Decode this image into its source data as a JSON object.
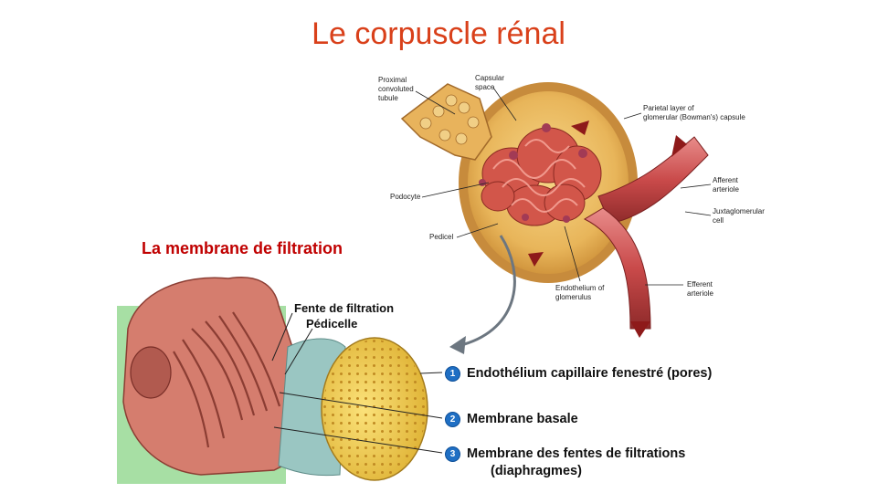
{
  "title": "Le corpuscle rénal",
  "subtitle": "La membrane  de filtration",
  "corpuscle_labels": {
    "proximal": [
      "Proximal",
      "convoluted",
      "tubule"
    ],
    "capsular": [
      "Capsular",
      "space"
    ],
    "parietal": [
      "Parietal layer of",
      "glomerular (Bowman's) capsule"
    ],
    "afferent": [
      "Afferent",
      "arteriole"
    ],
    "juxta": [
      "Juxtaglomerular",
      "cell"
    ],
    "podocyte": "Podocyte",
    "pedicel": "Pedicel",
    "endothelium": [
      "Endothelium of",
      "glomerulus"
    ],
    "efferent": [
      "Efferent",
      "arteriole"
    ]
  },
  "membrane_labels": {
    "fente": "Fente de filtration",
    "pedicelle": "Pédicelle"
  },
  "legend": [
    {
      "num": "1",
      "text": "Endothélium capillaire fenestré (pores)"
    },
    {
      "num": "2",
      "text": "Membrane basale"
    },
    {
      "num": "3",
      "text": "Membrane des fentes de filtrations",
      "sub": "(diaphragmes)"
    }
  ]
}
